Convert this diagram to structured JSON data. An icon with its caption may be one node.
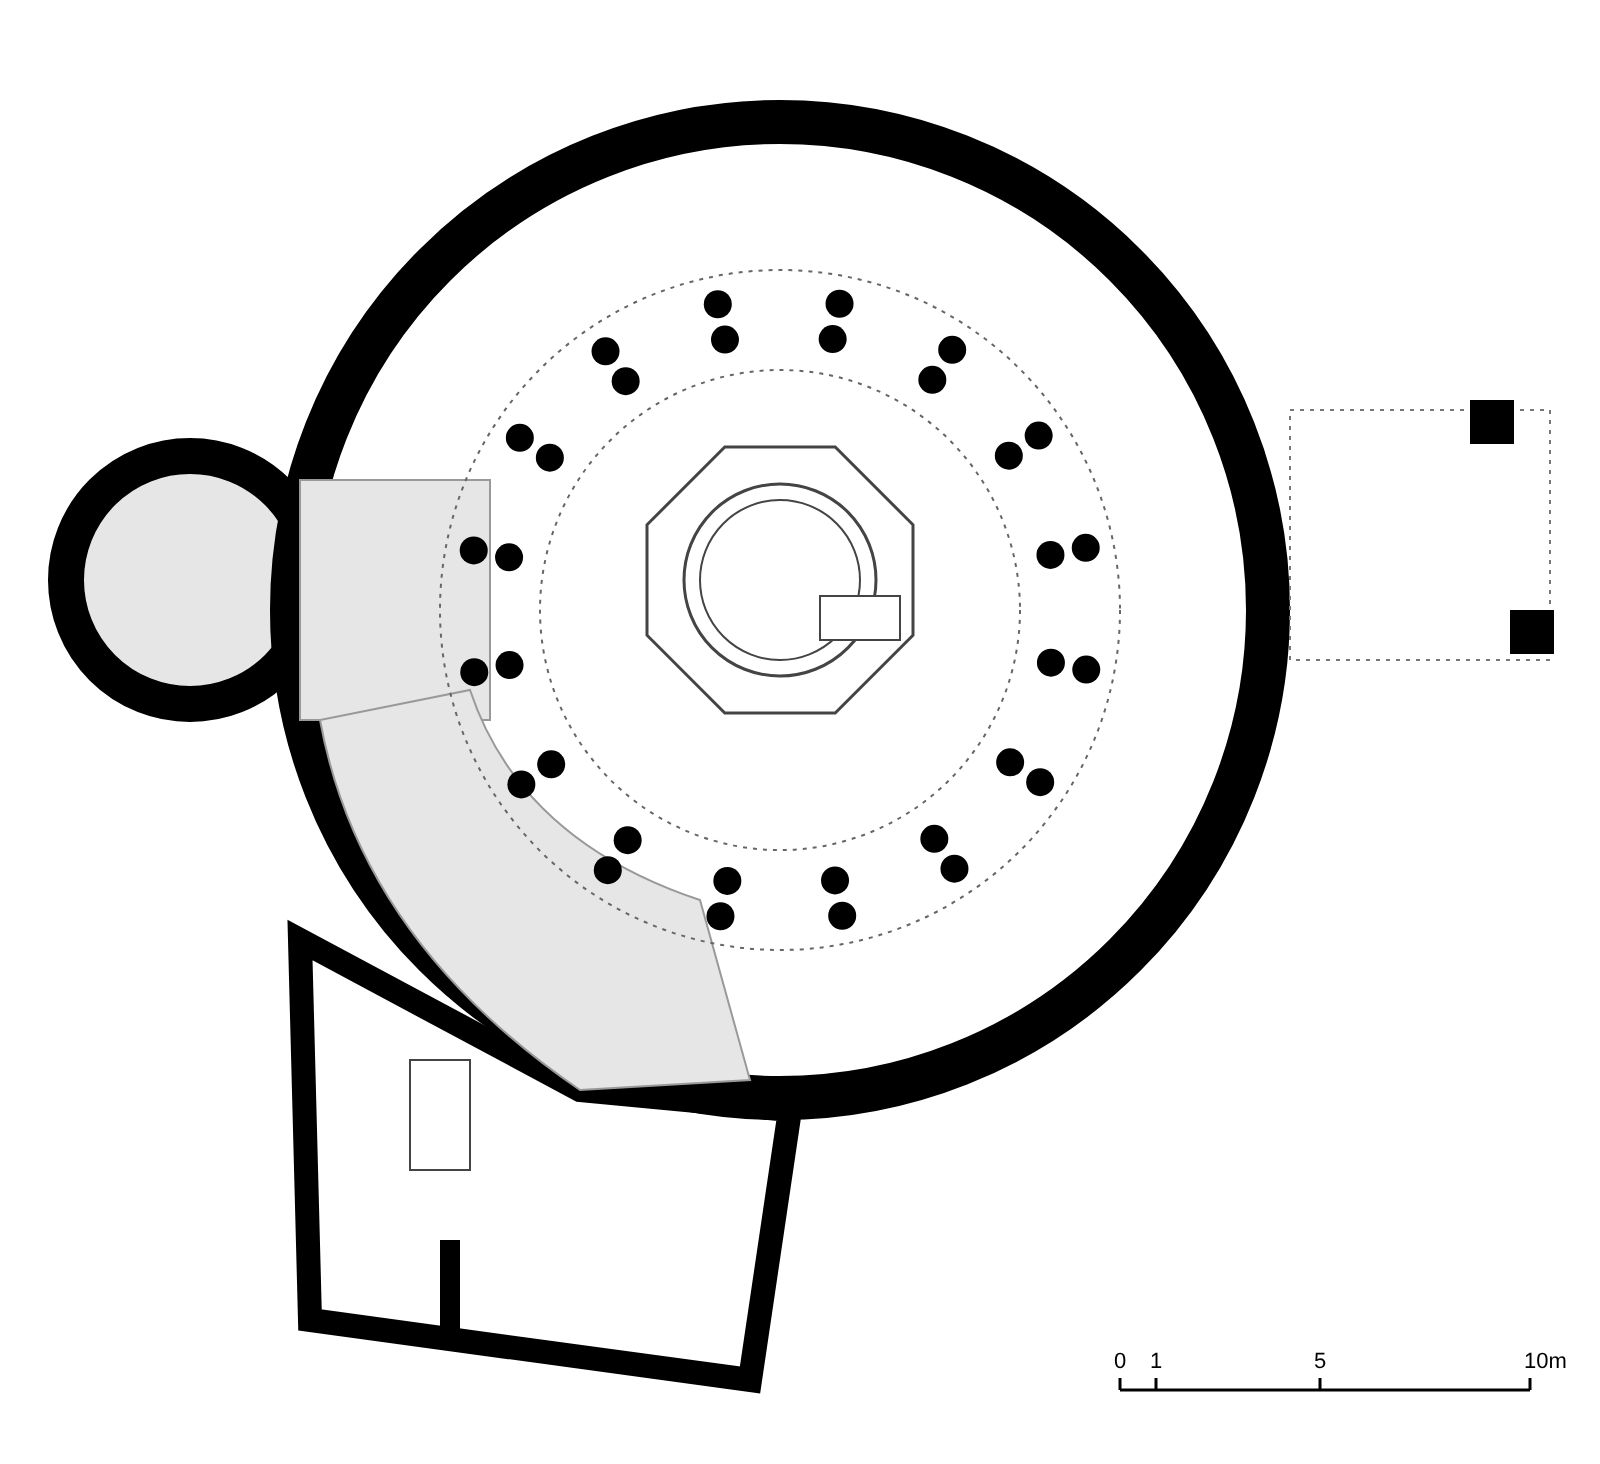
{
  "diagram": {
    "labels": [
      "0",
      "1",
      "5",
      "10m"
    ]
  }
}
